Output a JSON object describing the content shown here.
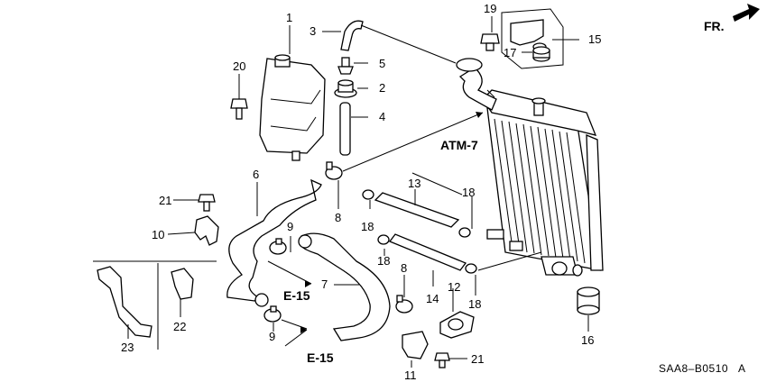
{
  "diagram": {
    "callouts": {
      "c1": "1",
      "c2": "2",
      "c3": "3",
      "c4": "4",
      "c5": "5",
      "c6": "6",
      "c7": "7",
      "c8a": "8",
      "c8b": "8",
      "c9a": "9",
      "c9b": "9",
      "c10": "10",
      "c11": "11",
      "c12": "12",
      "c13": "13",
      "c14": "14",
      "c15": "15",
      "c16": "16",
      "c17": "17",
      "c18a": "18",
      "c18b": "18",
      "c18c": "18",
      "c18d": "18",
      "c19": "19",
      "c20": "20",
      "c21a": "21",
      "c21b": "21",
      "c22": "22",
      "c23": "23"
    },
    "references": {
      "atm7": "ATM-7",
      "e15a": "E-15",
      "e15b": "E-15"
    },
    "direction_label": "FR.",
    "diagram_code": "SAA8–B0510",
    "diagram_suffix": "A"
  }
}
